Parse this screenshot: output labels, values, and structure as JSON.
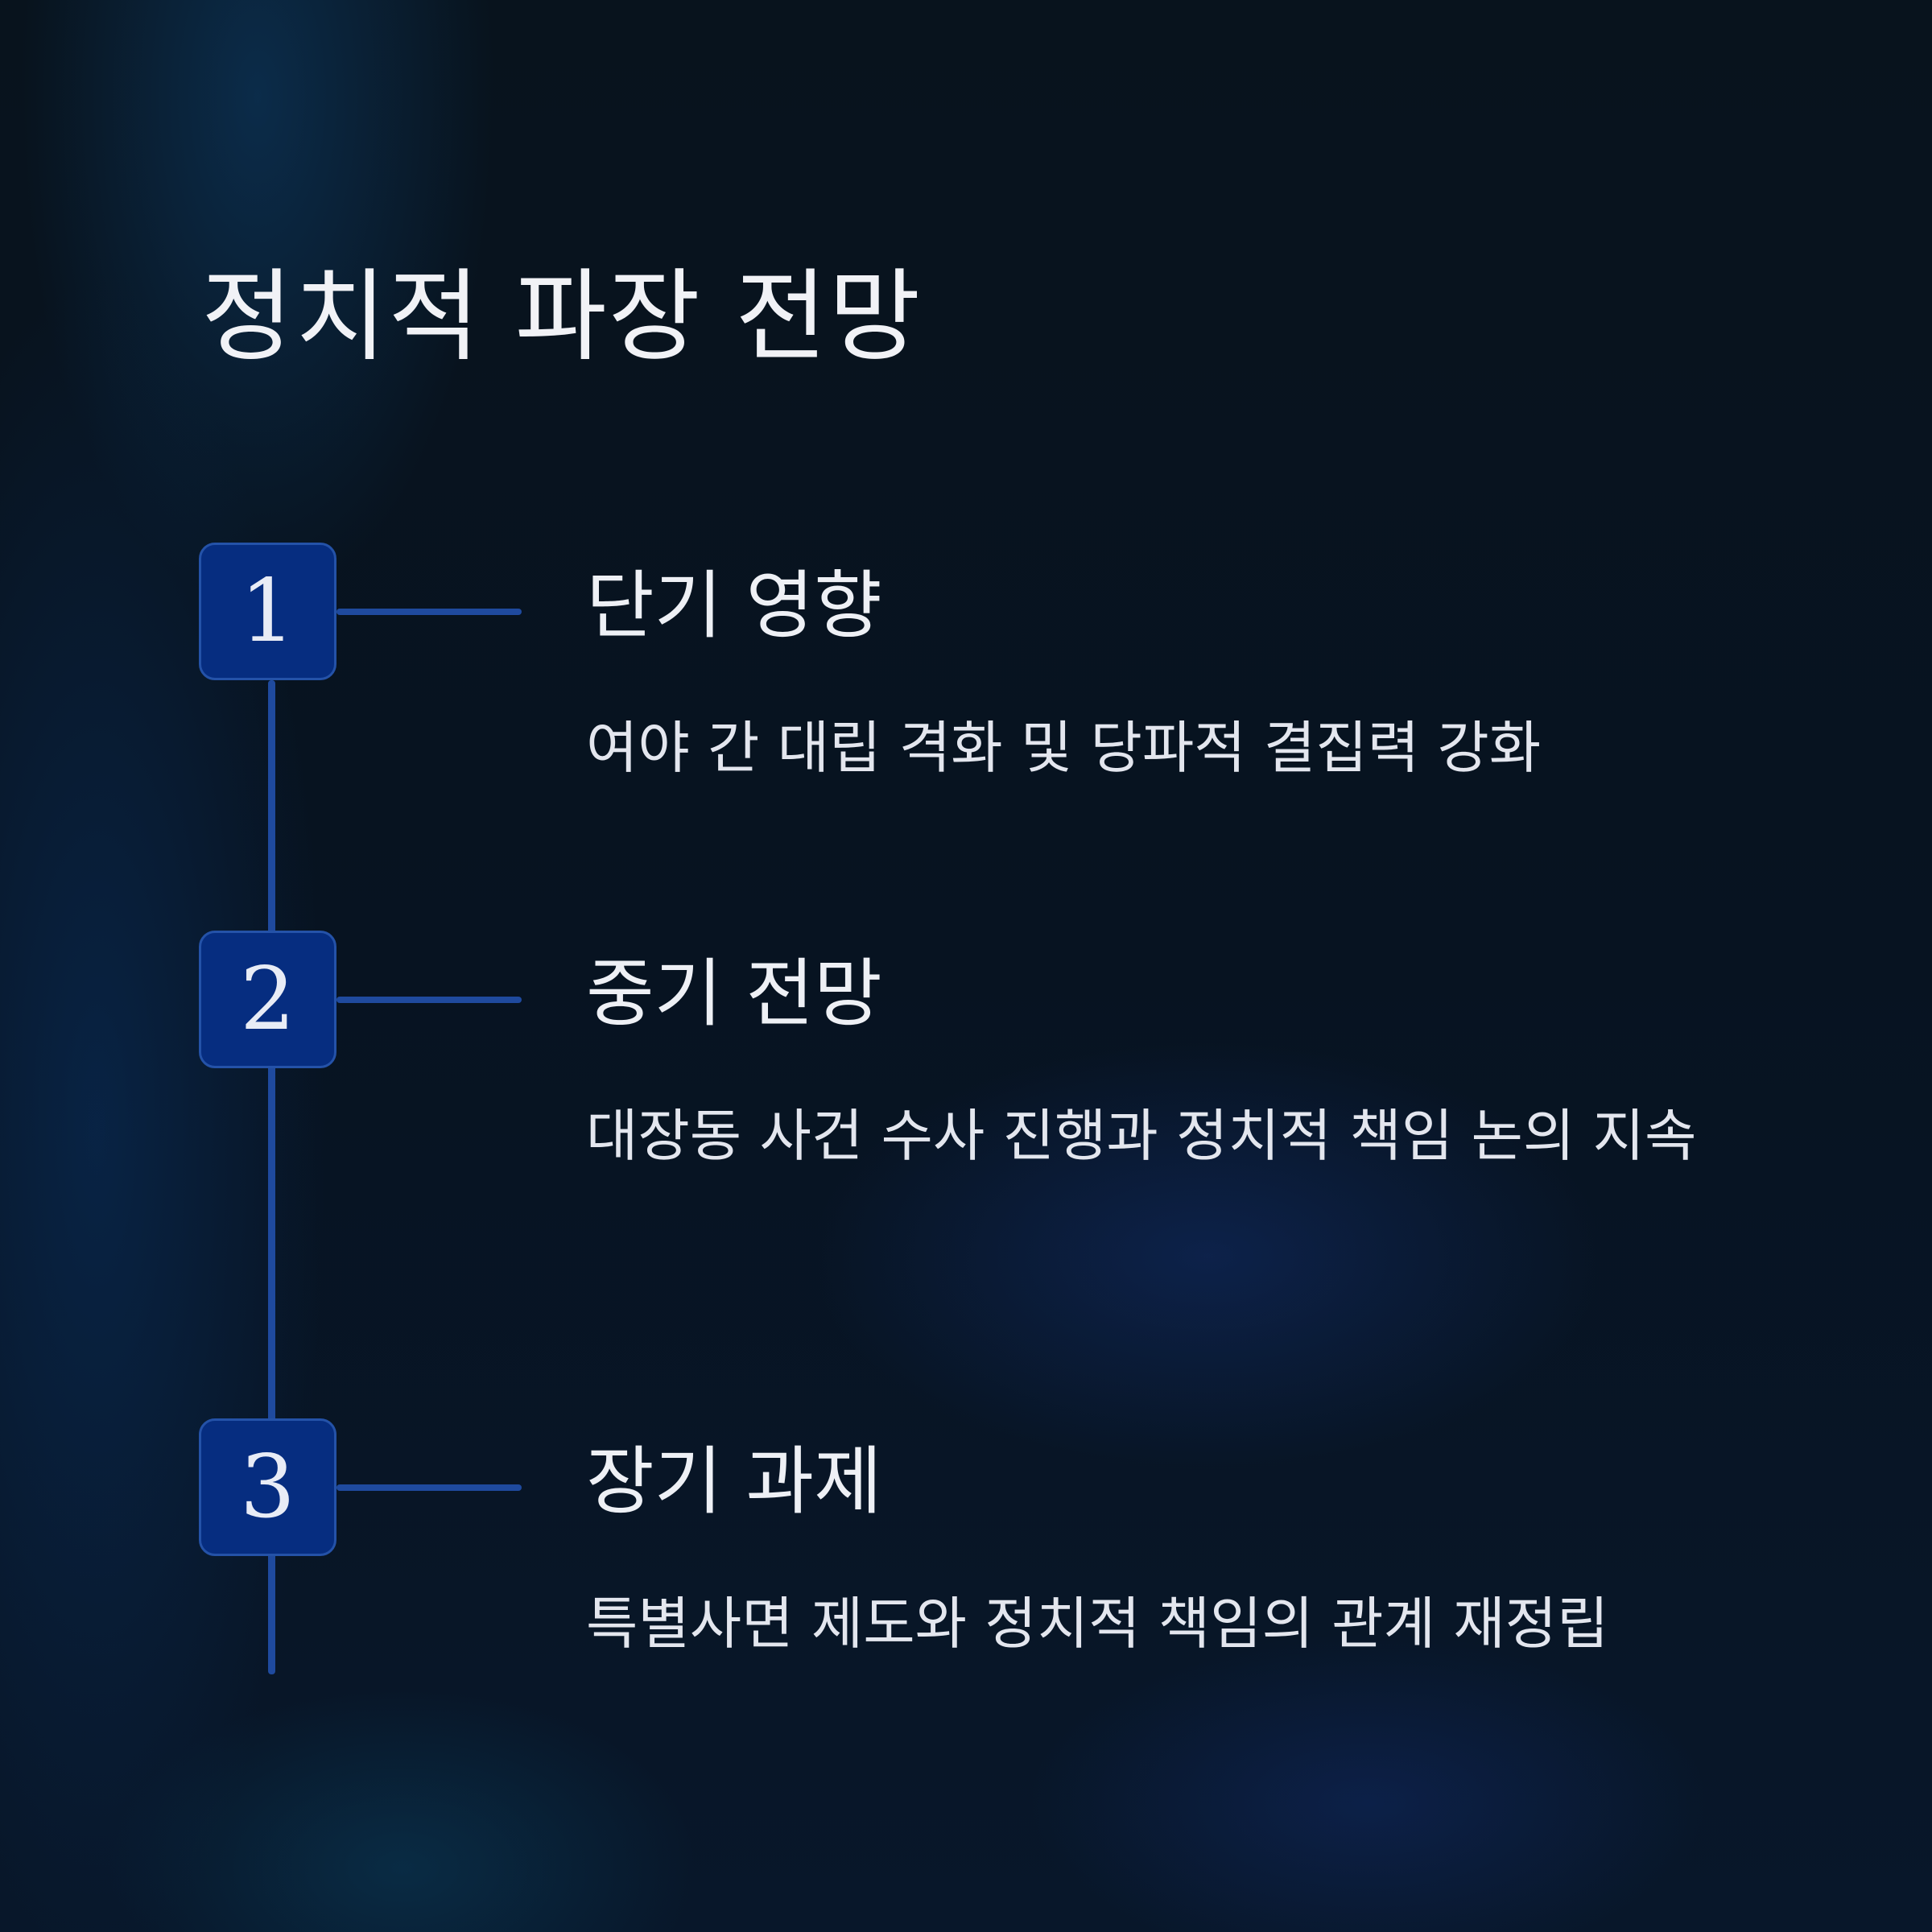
{
  "title": "정치적 파장 전망",
  "steps": [
    {
      "number": "1",
      "title": "단기 영향",
      "description": "여야 간 대립 격화 및 당파적 결집력 강화"
    },
    {
      "number": "2",
      "title": "중기 전망",
      "description": "대장동 사건 수사 진행과 정치적 책임 논의 지속"
    },
    {
      "number": "3",
      "title": "장기 과제",
      "description": "특별사면 제도와 정치적 책임의 관계 재정립"
    }
  ],
  "colors": {
    "background": "#0a1520",
    "badge": "#062d80",
    "connector": "#1f4a9e",
    "text": "#eef0f5"
  }
}
